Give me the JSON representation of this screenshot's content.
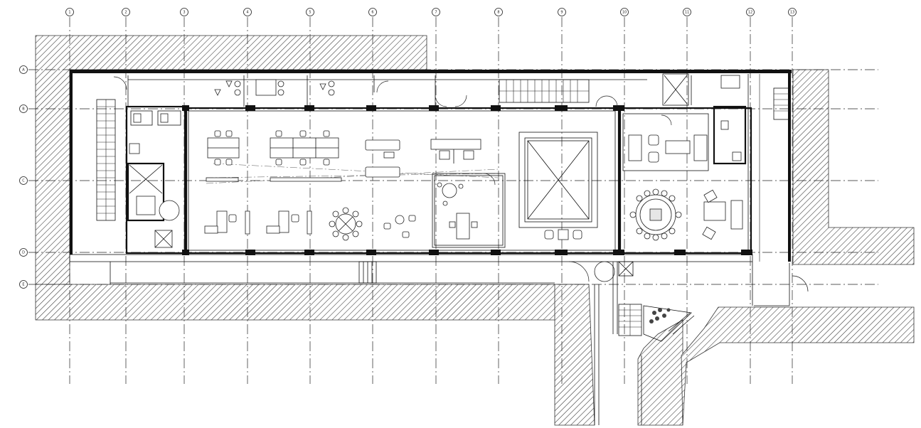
{
  "grid": {
    "columns": [
      "1",
      "2",
      "3",
      "4",
      "5",
      "6",
      "7",
      "8",
      "9",
      "10",
      "11",
      "12",
      "13"
    ],
    "rows": [
      "A",
      "B",
      "C",
      "D",
      "E"
    ]
  }
}
